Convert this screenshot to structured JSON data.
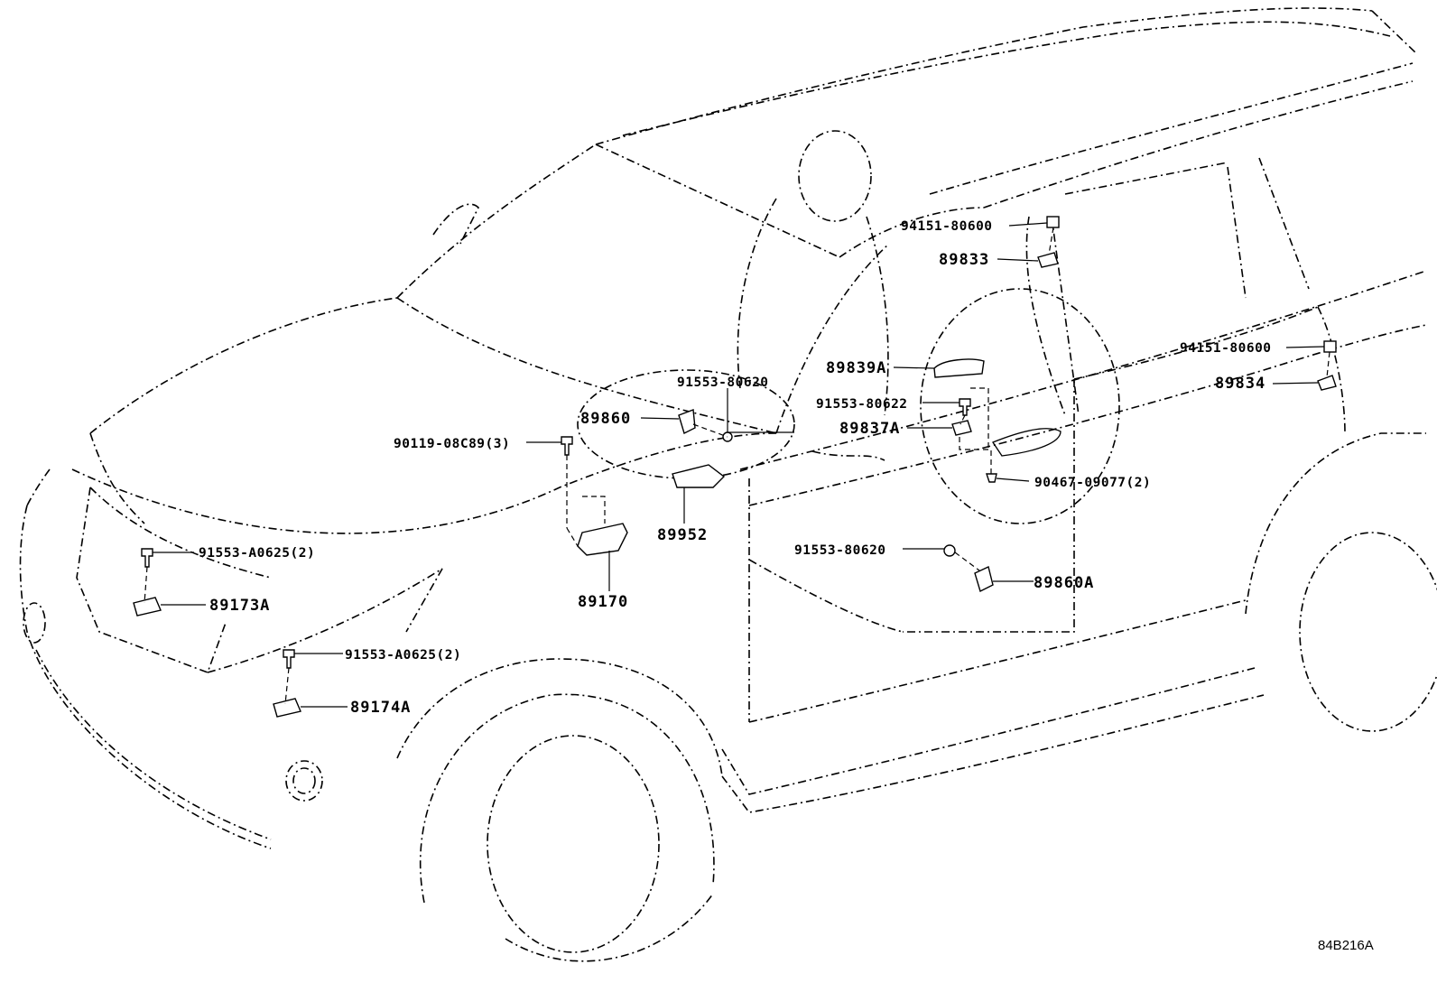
{
  "diagram_ref": "84B216A",
  "callouts": {
    "p94151_80600_upper": "94151-80600",
    "p89833": "89833",
    "p94151_80600_right": "94151-80600",
    "p89834": "89834",
    "p89839A": "89839A",
    "p91553_80620_top": "91553-80620",
    "p91553_80622": "91553-80622",
    "p89837A": "89837A",
    "p89860": "89860",
    "p90119_08C89": "90119-08C89(3)",
    "p90467_09077": "90467-09077(2)",
    "p89952": "89952",
    "p91553_A0625_upper": "91553-A0625(2)",
    "p91553_80620_lower": "91553-80620",
    "p89860A": "89860A",
    "p89173A": "89173A",
    "p89170": "89170",
    "p91553_A0625_lower": "91553-A0625(2)",
    "p89174A": "89174A"
  }
}
